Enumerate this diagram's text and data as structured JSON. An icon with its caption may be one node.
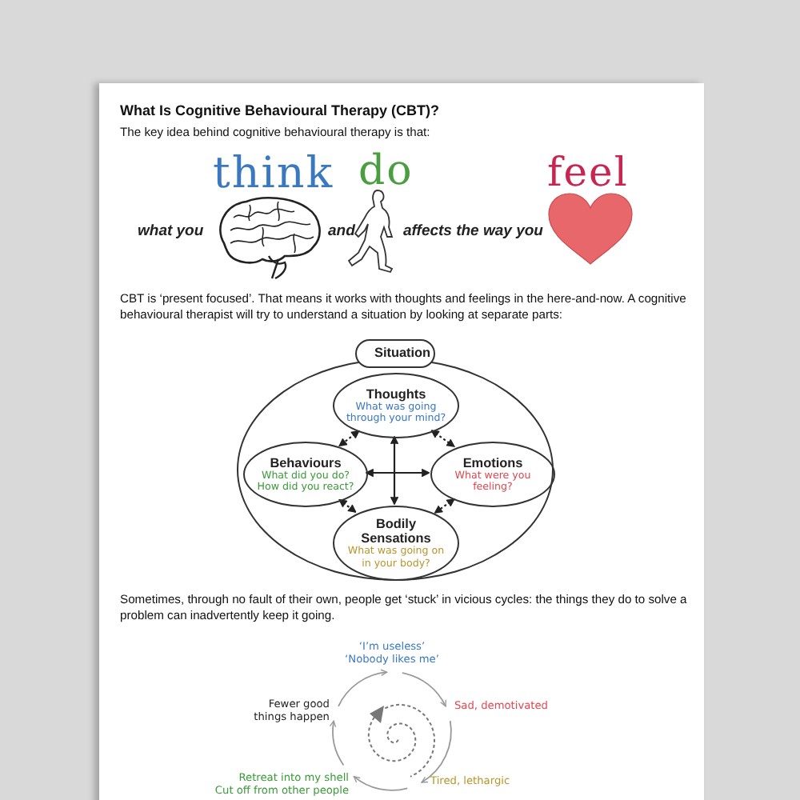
{
  "diagram": {
    "title": "What Is Cognitive Behavioural Therapy (CBT)?",
    "nodes": [
      {
        "text": [
          "Situation"
        ]
      },
      {
        "text": [],
        "shape": "circle"
      },
      {
        "text": [
          "Thoughts",
          "What was going through your mind?"
        ],
        "in": 1
      },
      {
        "text": [
          "Behaviours",
          "What did you do? How did you react?"
        ],
        "in": 1
      },
      {
        "text": [
          "Emotions",
          "What were you feeling?"
        ],
        "in": 1
      },
      {
        "text": [
          "Bodily Sensations",
          "What was going on in your body?"
        ],
        "in": 1
      },
      {
        "text": [
          "‘I’m useless’",
          "‘Nobody likes me’"
        ]
      },
      {
        "text": [
          "Sad, demotivated"
        ]
      },
      {
        "text": [
          "Tired, lethargic"
        ]
      },
      {
        "text": [
          "Retreat into my shell",
          "Cut off from other people"
        ]
      },
      {
        "text": [
          "Fewer good things happen"
        ]
      }
    ],
    "edges": [
      {
        "from": 2,
        "to": 3,
        "arrow": "both",
        "style": "dashed"
      },
      {
        "from": 2,
        "to": 4,
        "arrow": "both",
        "style": "dashed"
      },
      {
        "from": 3,
        "to": 5,
        "arrow": "both",
        "style": "dashed"
      },
      {
        "from": 4,
        "to": 5,
        "arrow": "both",
        "style": "dashed"
      },
      {
        "from": 3,
        "to": 4,
        "arrow": "both"
      },
      {
        "from": 2,
        "to": 5,
        "arrow": "both"
      },
      {
        "from": 6,
        "to": 7,
        "arrow": "to",
        "color": "#999999"
      },
      {
        "from": 7,
        "to": 8,
        "arrow": "to",
        "color": "#999999"
      },
      {
        "from": 8,
        "to": 9,
        "arrow": "to",
        "color": "#999999"
      },
      {
        "from": 9,
        "to": 10,
        "arrow": "to",
        "color": "#999999"
      },
      {
        "from": 10,
        "to": 6,
        "arrow": "to",
        "color": "#999999"
      }
    ],
    "labels": [
      "The key idea behind cognitive behavioural therapy is that:",
      "think",
      "what you",
      "do",
      "and",
      "affects the way you",
      "feel",
      "CBT is ‘present focused’. That means it works with thoughts and feelings in the here-and-now. A cognitive behavioural therapist will try to understand a situation by looking at separate parts:",
      "Sometimes, through no fault of their own, people get ‘stuck’ in vicious cycles: the things they do to solve a problem can inadvertently keep it going."
    ]
  }
}
